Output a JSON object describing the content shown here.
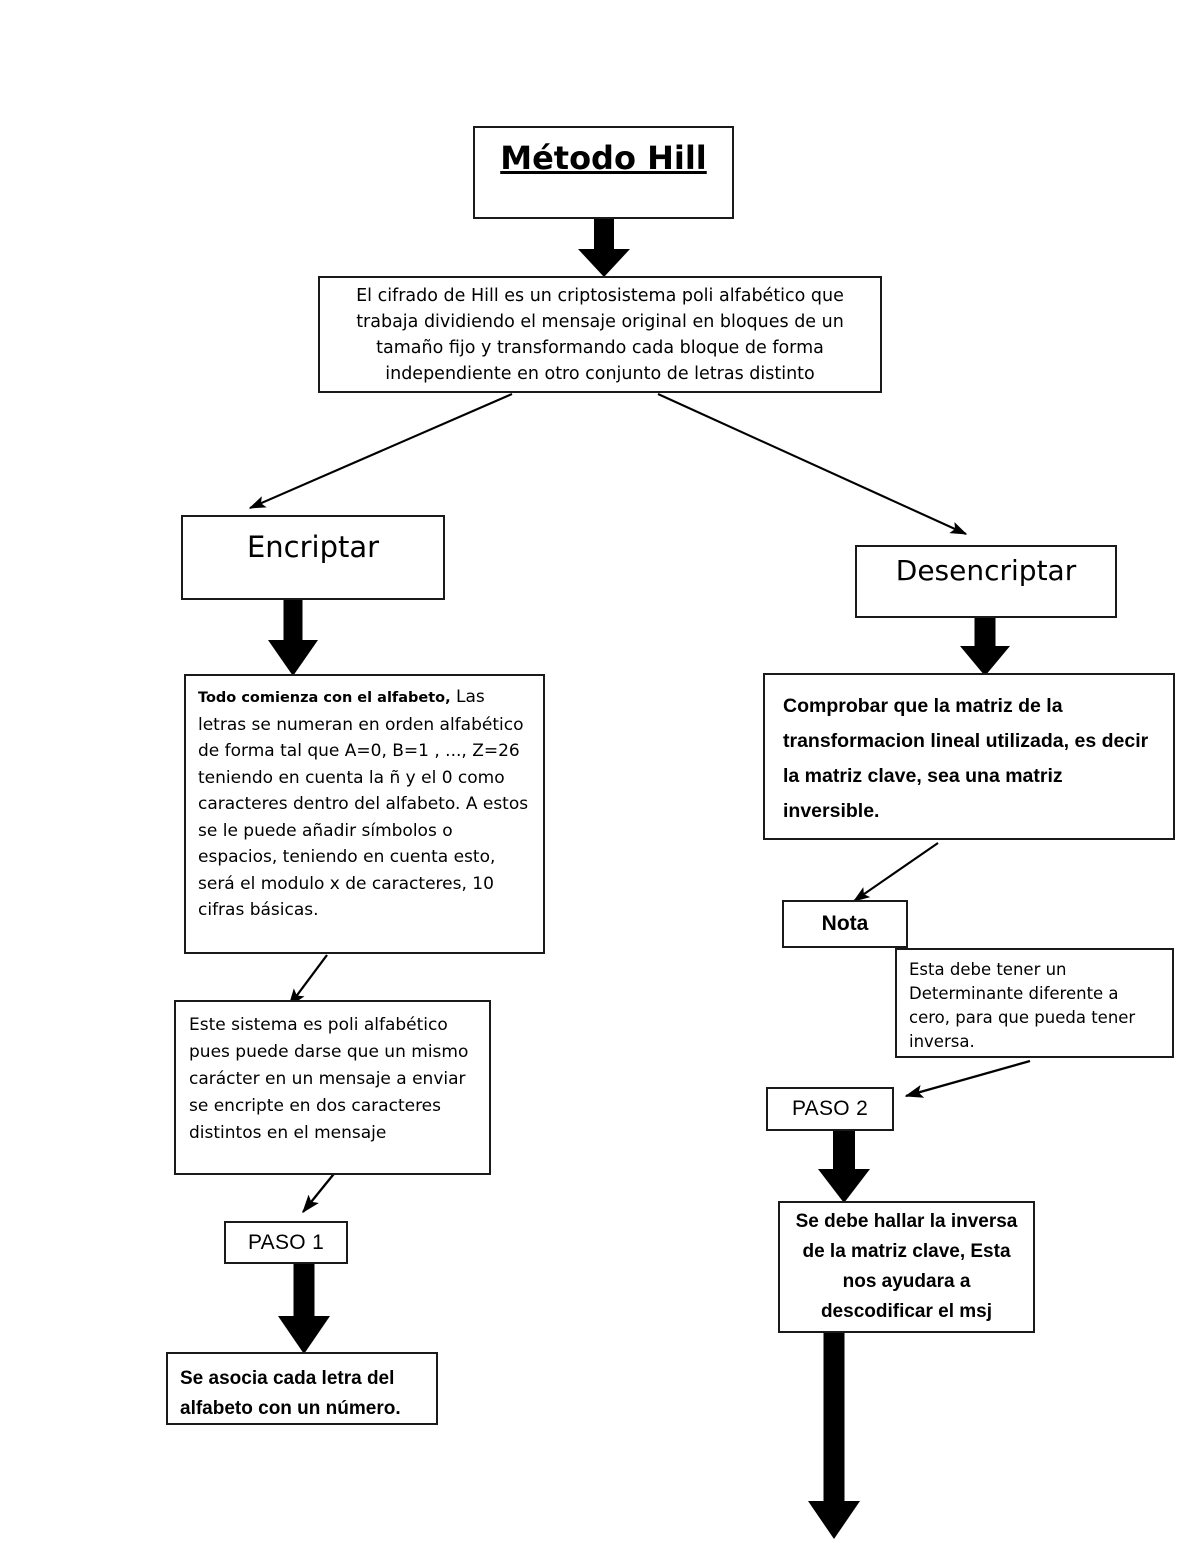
{
  "diagram": {
    "title": "Método Hill",
    "language": "es",
    "nodes": {
      "title": {
        "label": "Método Hill"
      },
      "description": {
        "label": "El cifrado de Hill es un criptosistema poli alfabético que trabaja dividiendo el mensaje original en bloques de un tamaño fijo y transformando cada bloque de forma independiente en otro conjunto de letras distinto"
      },
      "encriptar": {
        "label": "Encriptar"
      },
      "desencriptar": {
        "label": "Desencriptar"
      },
      "alfabeto": {
        "lead": "Todo comienza con el alfabeto,",
        "body": " Las letras se numeran en orden alfabético de forma tal que A=0, B=1 , ..., Z=26 teniendo en cuenta la ñ y el 0 como caracteres dentro del alfabeto. A estos se le puede añadir símbolos o espacios, teniendo en cuenta esto, será el modulo x de caracteres, 10 cifras básicas."
      },
      "polialfabetico": {
        "label": "Este sistema es poli alfabético pues puede darse que un mismo carácter en un mensaje a enviar se encripte en dos caracteres distintos en el mensaje"
      },
      "paso1": {
        "label": "PASO 1"
      },
      "asocia": {
        "label": "Se asocia cada letra del alfabeto con un número."
      },
      "comprobar": {
        "label": "Comprobar que la matriz de la transformacion lineal utilizada, es decir la matriz clave, sea una matriz inversible."
      },
      "nota": {
        "label": "Nota"
      },
      "determinante": {
        "label": "Esta debe tener un Determinante diferente a cero, para que pueda tener inversa."
      },
      "paso2": {
        "label": "PASO 2"
      },
      "inversa": {
        "label": "Se debe hallar la inversa de la matriz clave, Esta nos ayudara a descodificar el msj"
      }
    },
    "edges": [
      {
        "from": "title",
        "to": "description",
        "style": "block-arrow"
      },
      {
        "from": "description",
        "to": "encriptar",
        "style": "thin-arrow"
      },
      {
        "from": "description",
        "to": "desencriptar",
        "style": "thin-arrow"
      },
      {
        "from": "encriptar",
        "to": "alfabeto",
        "style": "block-arrow"
      },
      {
        "from": "alfabeto",
        "to": "polialfabetico",
        "style": "thin-arrow"
      },
      {
        "from": "polialfabetico",
        "to": "paso1",
        "style": "thin-arrow"
      },
      {
        "from": "paso1",
        "to": "asocia",
        "style": "block-arrow"
      },
      {
        "from": "desencriptar",
        "to": "comprobar",
        "style": "block-arrow"
      },
      {
        "from": "comprobar",
        "to": "nota",
        "style": "thin-arrow"
      },
      {
        "from": "determinante",
        "to": "paso2",
        "style": "thin-arrow"
      },
      {
        "from": "paso2",
        "to": "inversa",
        "style": "block-arrow"
      },
      {
        "from": "inversa",
        "to": "continuation",
        "style": "block-arrow"
      }
    ],
    "colors": {
      "stroke": "#1a1a1a",
      "arrow": "#000000",
      "background": "#ffffff",
      "text": "#000000"
    }
  }
}
